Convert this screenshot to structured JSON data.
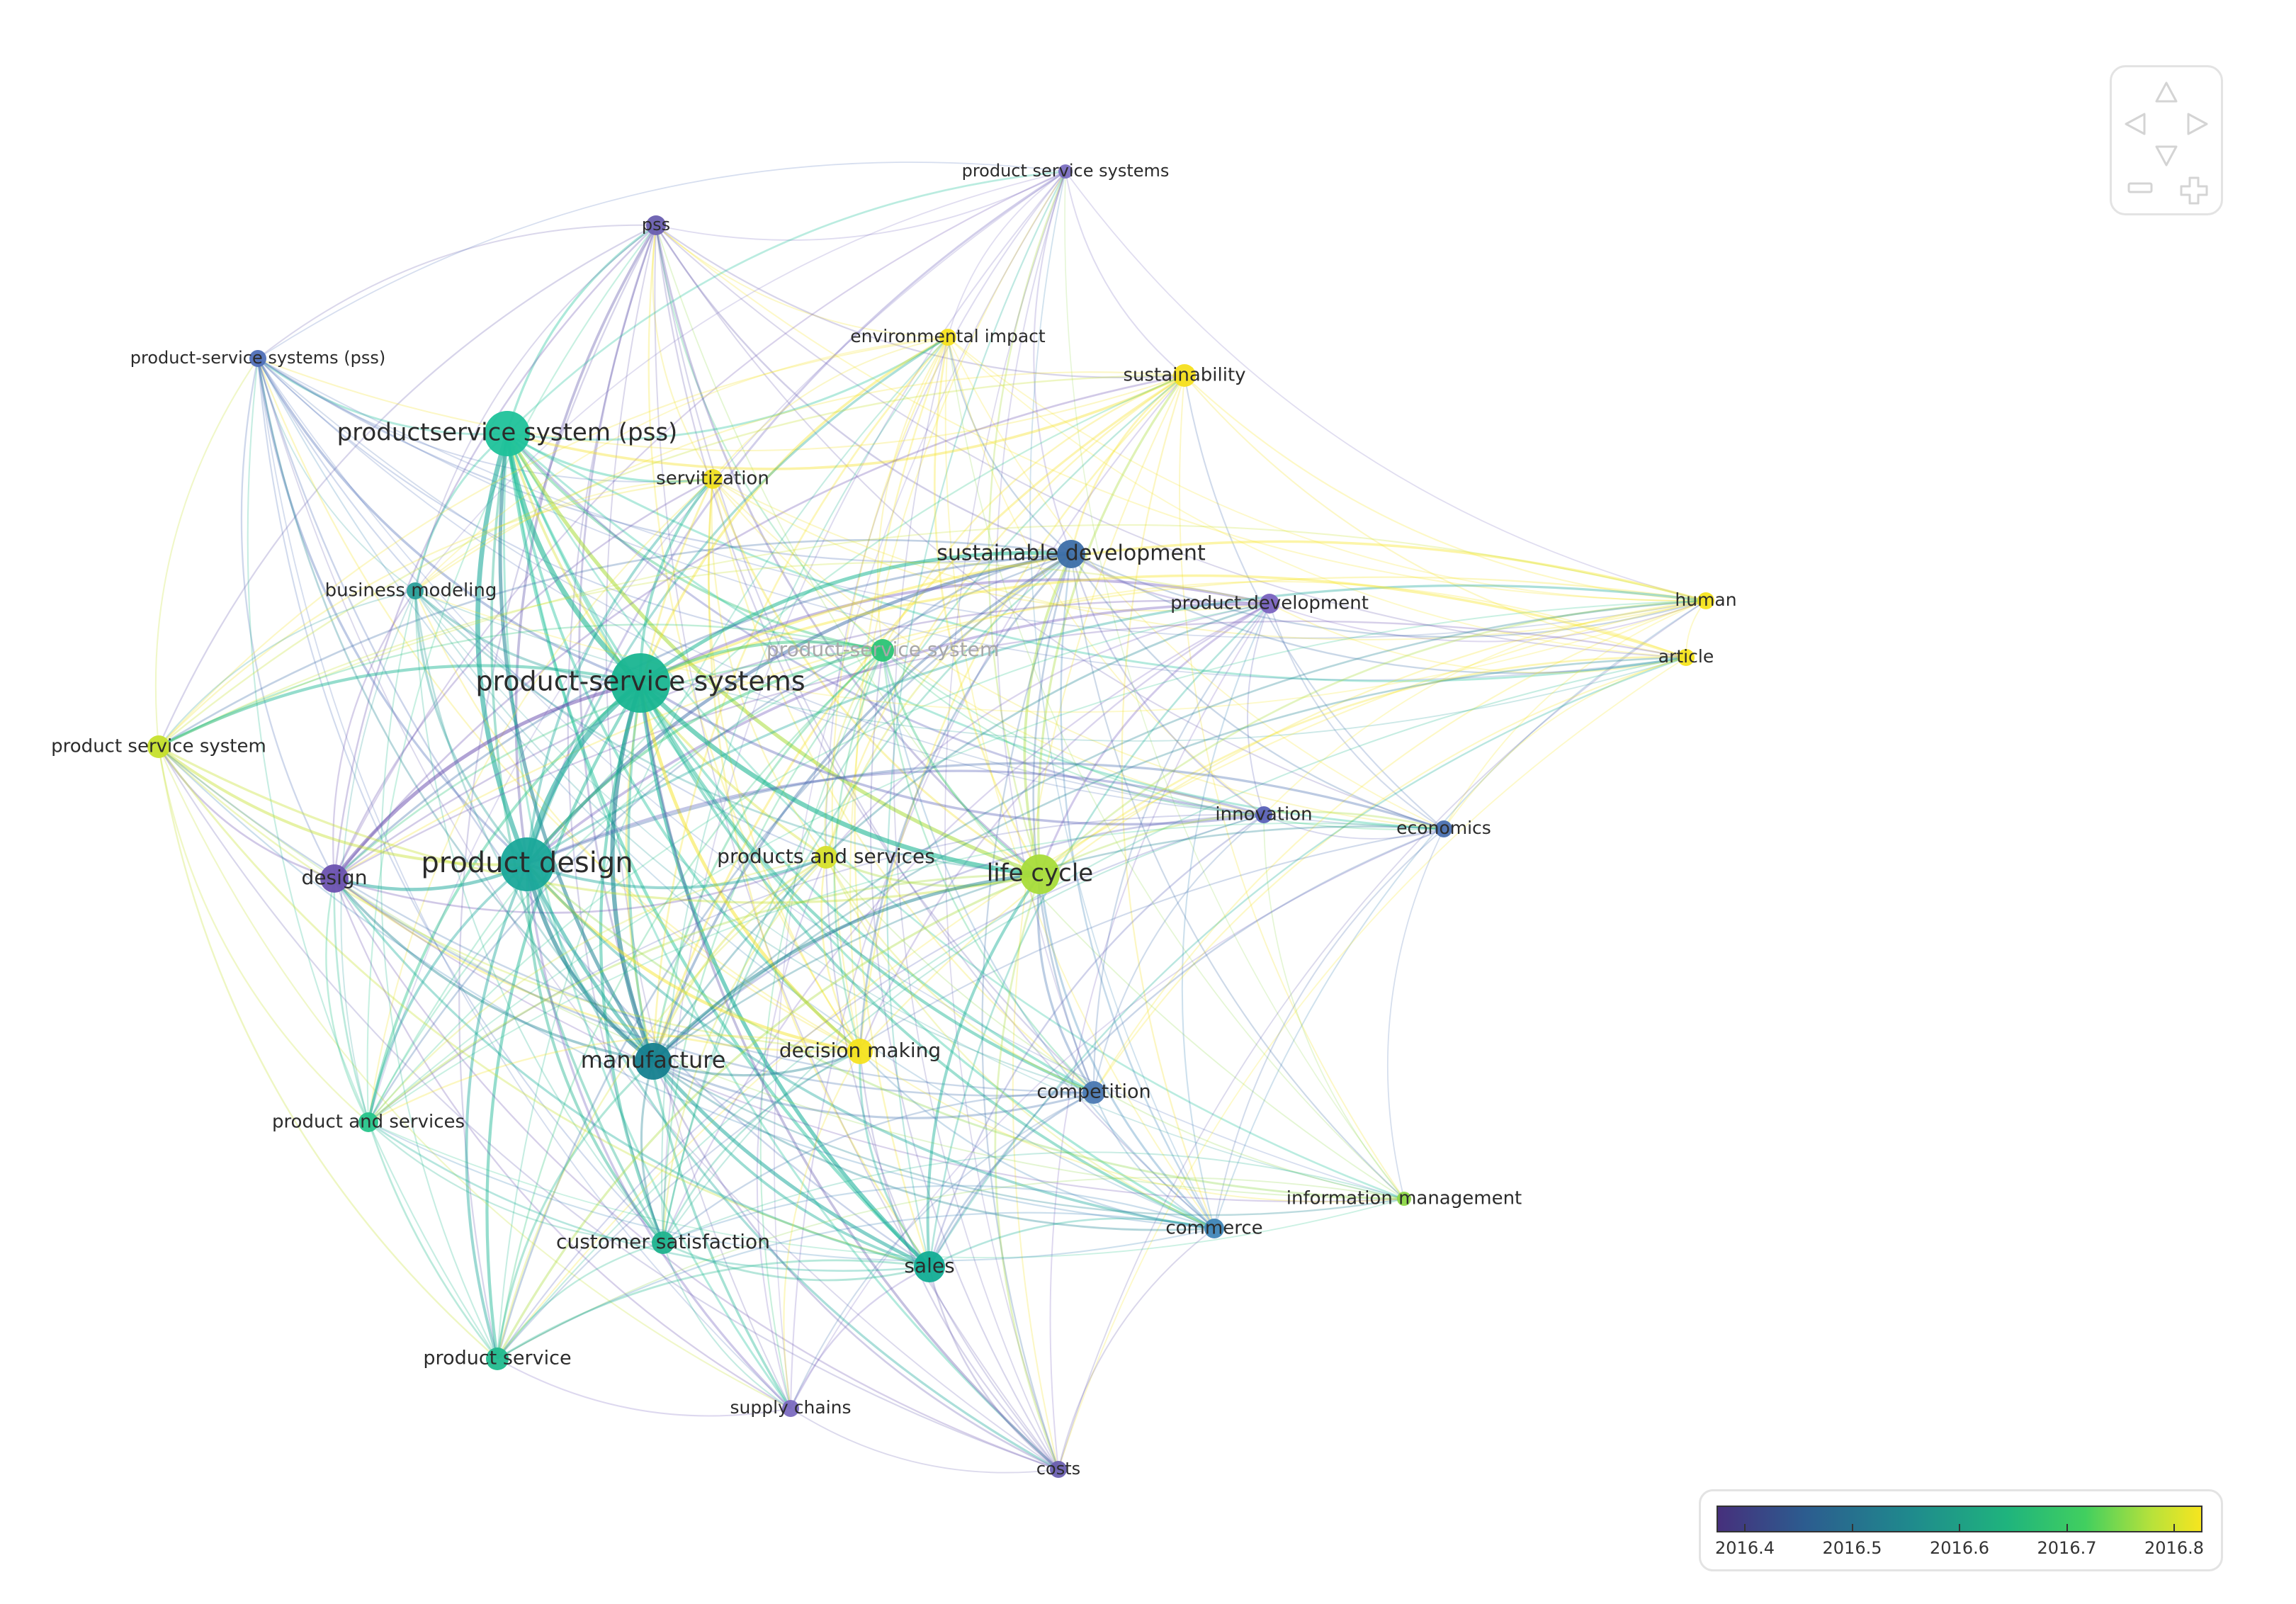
{
  "nodes": [
    {
      "id": "pss",
      "label": "pss",
      "color": "#6a5fb0"
    },
    {
      "id": "psys_top",
      "label": "product service systems",
      "color": "#7a6ec0"
    },
    {
      "id": "ps_sys_pss",
      "label": "product-service systems (pss)",
      "color": "#4f6fb8"
    },
    {
      "id": "prodservsys_pss",
      "label": "productservice system (pss)",
      "color": "#1fc29a"
    },
    {
      "id": "env_impact",
      "label": "environmental impact",
      "color": "#f5e21e"
    },
    {
      "id": "sustainability",
      "label": "sustainability",
      "color": "#f5df1d"
    },
    {
      "id": "servitization",
      "label": "servitization",
      "color": "#f0e020"
    },
    {
      "id": "sust_dev",
      "label": "sustainable development",
      "color": "#3d6ea8"
    },
    {
      "id": "business_modeling",
      "label": "business modeling",
      "color": "#2a9f9a"
    },
    {
      "id": "product_development",
      "label": "product development",
      "color": "#7a63c0"
    },
    {
      "id": "human",
      "label": "human",
      "color": "#f6e41e"
    },
    {
      "id": "article",
      "label": "article",
      "color": "#f6e41e"
    },
    {
      "id": "psys_faded",
      "label": "product-service system",
      "color": "#2bc477"
    },
    {
      "id": "ps_systems",
      "label": "product-service systems",
      "color": "#19b591"
    },
    {
      "id": "pss_single",
      "label": "product service system",
      "color": "#c6e02c"
    },
    {
      "id": "innovation",
      "label": "innovation",
      "color": "#5a61b8"
    },
    {
      "id": "economics",
      "label": "economics",
      "color": "#4a70b0"
    },
    {
      "id": "design",
      "label": "design",
      "color": "#6b52b0"
    },
    {
      "id": "product_design",
      "label": "product design",
      "color": "#1aa89a"
    },
    {
      "id": "products_and_services",
      "label": "products and services",
      "color": "#d6e02b"
    },
    {
      "id": "life_cycle",
      "label": "life cycle",
      "color": "#a8dc3a"
    },
    {
      "id": "manufacture",
      "label": "manufacture",
      "color": "#167f8f"
    },
    {
      "id": "decision_making",
      "label": "decision making",
      "color": "#f5e31e"
    },
    {
      "id": "competition",
      "label": "competition",
      "color": "#4a78b2"
    },
    {
      "id": "product_and_services",
      "label": "product and services",
      "color": "#27c48a"
    },
    {
      "id": "information_management",
      "label": "information management",
      "color": "#8ed848"
    },
    {
      "id": "commerce",
      "label": "commerce",
      "color": "#3f86b8"
    },
    {
      "id": "customer_satisfaction",
      "label": "customer satisfaction",
      "color": "#1fb38e"
    },
    {
      "id": "sales",
      "label": "sales",
      "color": "#12ad95"
    },
    {
      "id": "product_service",
      "label": "product service",
      "color": "#22ba8e"
    },
    {
      "id": "supply_chains",
      "label": "supply chains",
      "color": "#7b6ac0"
    },
    {
      "id": "costs",
      "label": "costs",
      "color": "#6a5fb0"
    }
  ],
  "legend": {
    "ticks": [
      "2016.4",
      "2016.5",
      "2016.6",
      "2016.7",
      "2016.8"
    ],
    "range": [
      2016.4,
      2016.8
    ],
    "colors": [
      "#46307c",
      "#2c5c8f",
      "#1f8a8d",
      "#1fb47d",
      "#41cf5f",
      "#b9e23a",
      "#f6e51f"
    ]
  },
  "navigation": {
    "icons": [
      "pan-up-icon",
      "pan-left-icon",
      "pan-right-icon",
      "pan-down-icon",
      "zoom-out-icon",
      "zoom-in-icon"
    ]
  }
}
